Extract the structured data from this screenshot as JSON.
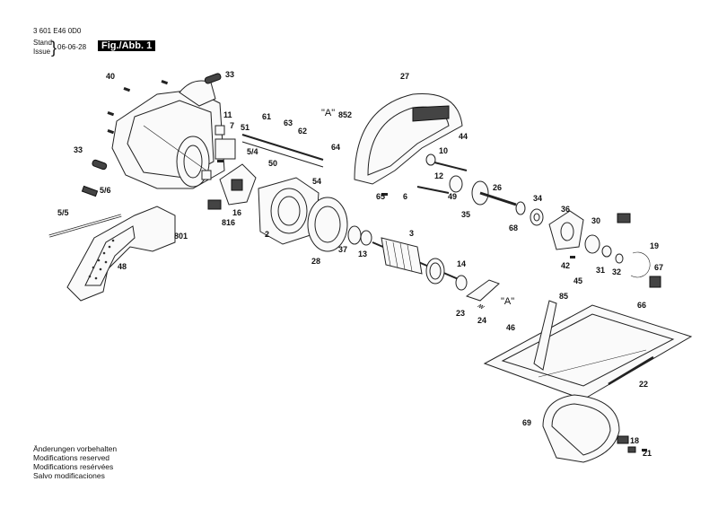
{
  "header": {
    "part_number": "3 601 E46 0D0",
    "stand_label": "Stand",
    "issue_label": "Issue",
    "date": "06-06-28",
    "figure_label": "Fig./Abb. 1"
  },
  "footer": {
    "lines": [
      "Änderungen vorbehalten",
      "Modifications reserved",
      "Modifications resérvées",
      "Salvo modificaciones"
    ]
  },
  "view_markers": [
    "\"A\"",
    "\"A\""
  ],
  "callouts": [
    {
      "id": "c40",
      "label": "40"
    },
    {
      "id": "c33a",
      "label": "33"
    },
    {
      "id": "c11",
      "label": "11"
    },
    {
      "id": "c7",
      "label": "7"
    },
    {
      "id": "c61",
      "label": "61"
    },
    {
      "id": "c63",
      "label": "63"
    },
    {
      "id": "c62",
      "label": "62"
    },
    {
      "id": "c51",
      "label": "51"
    },
    {
      "id": "c64",
      "label": "64"
    },
    {
      "id": "c54a",
      "label": "5/4"
    },
    {
      "id": "c50",
      "label": "50"
    },
    {
      "id": "c33b",
      "label": "33"
    },
    {
      "id": "c56",
      "label": "5/6"
    },
    {
      "id": "c55",
      "label": "5/5"
    },
    {
      "id": "c54",
      "label": "54"
    },
    {
      "id": "c16",
      "label": "16"
    },
    {
      "id": "c816",
      "label": "816"
    },
    {
      "id": "c801",
      "label": "801"
    },
    {
      "id": "c2",
      "label": "2"
    },
    {
      "id": "c48",
      "label": "48"
    },
    {
      "id": "c28",
      "label": "28"
    },
    {
      "id": "c37",
      "label": "37"
    },
    {
      "id": "c13",
      "label": "13"
    },
    {
      "id": "c3",
      "label": "3"
    },
    {
      "id": "c14",
      "label": "14"
    },
    {
      "id": "c23",
      "label": "23"
    },
    {
      "id": "c24",
      "label": "24"
    },
    {
      "id": "c27",
      "label": "27"
    },
    {
      "id": "c852",
      "label": "852"
    },
    {
      "id": "c44",
      "label": "44"
    },
    {
      "id": "c10",
      "label": "10"
    },
    {
      "id": "c12",
      "label": "12"
    },
    {
      "id": "c65",
      "label": "65"
    },
    {
      "id": "c6",
      "label": "6"
    },
    {
      "id": "c49",
      "label": "49"
    },
    {
      "id": "c26",
      "label": "26"
    },
    {
      "id": "c35",
      "label": "35"
    },
    {
      "id": "c68",
      "label": "68"
    },
    {
      "id": "c34",
      "label": "34"
    },
    {
      "id": "c36",
      "label": "36"
    },
    {
      "id": "c30",
      "label": "30"
    },
    {
      "id": "c42",
      "label": "42"
    },
    {
      "id": "c31",
      "label": "31"
    },
    {
      "id": "c32",
      "label": "32"
    },
    {
      "id": "c19",
      "label": "19"
    },
    {
      "id": "c67",
      "label": "67"
    },
    {
      "id": "c45",
      "label": "45"
    },
    {
      "id": "c85",
      "label": "85"
    },
    {
      "id": "c66",
      "label": "66"
    },
    {
      "id": "c46",
      "label": "46"
    },
    {
      "id": "c22",
      "label": "22"
    },
    {
      "id": "c69",
      "label": "69"
    },
    {
      "id": "c18",
      "label": "18"
    },
    {
      "id": "c21",
      "label": "21"
    }
  ]
}
